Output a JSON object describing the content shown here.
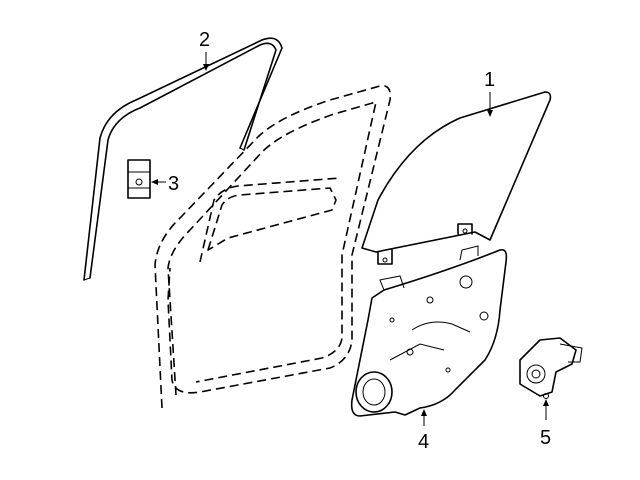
{
  "callouts": [
    {
      "number": "1",
      "part": "door-glass"
    },
    {
      "number": "2",
      "part": "glass-run-channel"
    },
    {
      "number": "3",
      "part": "channel-clip"
    },
    {
      "number": "4",
      "part": "window-regulator-panel"
    },
    {
      "number": "5",
      "part": "regulator-motor"
    }
  ]
}
